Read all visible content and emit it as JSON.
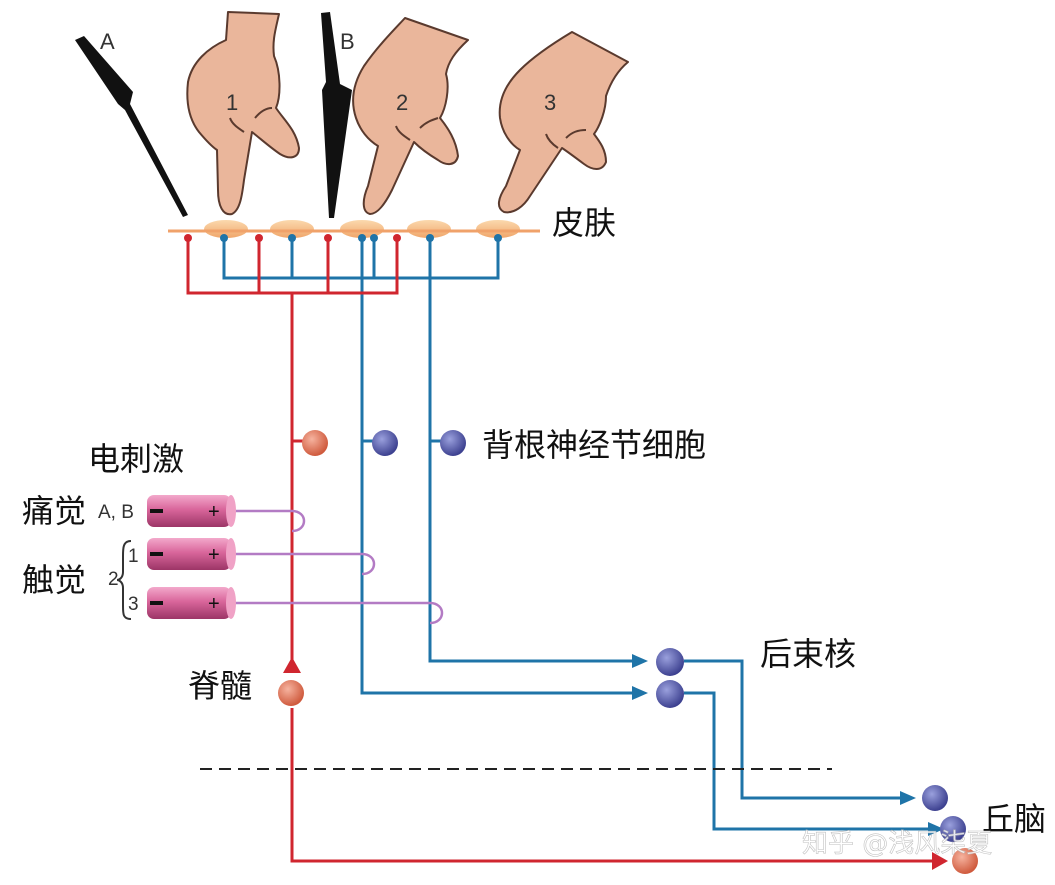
{
  "labels": {
    "skin": "皮肤",
    "electric_stimulus": "电刺激",
    "drg_cells": "背根神经节细胞",
    "pain": "痛觉",
    "touch": "触觉",
    "spinal_cord": "脊髓",
    "dorsal_column_nuclei": "后束核",
    "thalamus": "丘脑",
    "stim_ab": "A, B",
    "stim_1": "1",
    "stim_2": "2",
    "stim_3": "3",
    "needle_a": "A",
    "needle_b": "B",
    "finger_1": "1",
    "finger_2": "2",
    "finger_3": "3",
    "watermark": "知乎 @浅风柒夏"
  },
  "colors": {
    "pain_pathway": "#d0262f",
    "touch_pathway": "#1f74a8",
    "neuron_blue": "#5a5fa6",
    "neuron_red": "#e0735a",
    "skin_line": "#f0a26a",
    "skin_bump": "#f7c896",
    "electrode": "#d9669b",
    "stim_wire": "#b37bc4",
    "hand": "#eab69b",
    "hand_outline": "#5a3a2e",
    "needle": "#111111"
  },
  "icons": {
    "needle": "needle-icon",
    "finger": "pointing-finger-icon",
    "neuron": "neuron-cell-icon",
    "electrode": "stimulating-electrode-icon"
  }
}
